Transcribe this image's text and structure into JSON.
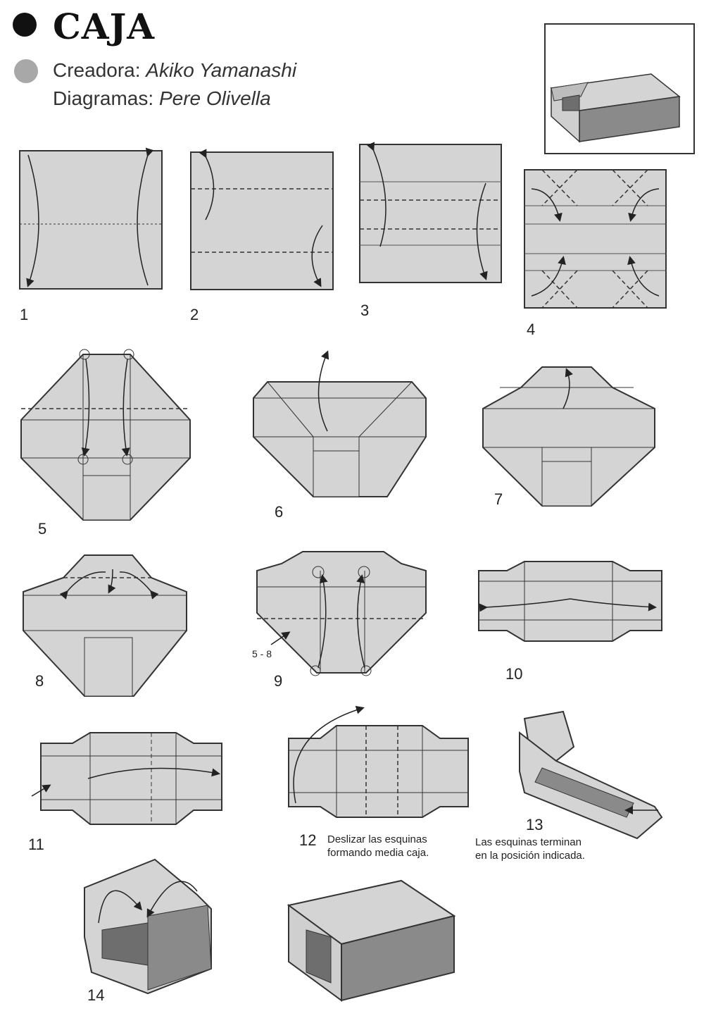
{
  "header": {
    "title": "CAJA",
    "creator_label": "Creadora:",
    "creator_name": "Akiko Yamanashi",
    "diagrams_label": "Diagramas:",
    "diagrams_name": "Pere Olivella"
  },
  "steps": [
    {
      "number": "1"
    },
    {
      "number": "2"
    },
    {
      "number": "3"
    },
    {
      "number": "4"
    },
    {
      "number": "5"
    },
    {
      "number": "6"
    },
    {
      "number": "7"
    },
    {
      "number": "8"
    },
    {
      "number": "9",
      "reference": "5 - 8"
    },
    {
      "number": "10"
    },
    {
      "number": "11"
    },
    {
      "number": "12",
      "caption_line1": "Deslizar las esquinas",
      "caption_line2": "formando media caja."
    },
    {
      "number": "13",
      "caption_line1": "Las esquinas terminan",
      "caption_line2": "en la posición indicada."
    },
    {
      "number": "14"
    }
  ],
  "colors": {
    "paper": "#d4d4d4",
    "paper_dark": "#8a8a8a",
    "line": "#333333"
  }
}
